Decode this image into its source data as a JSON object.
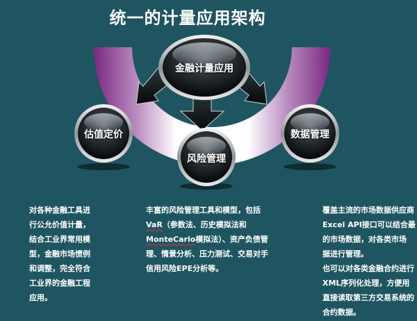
{
  "title": "统一的计量应用架构",
  "nodes": {
    "top": "金融计量应用",
    "left": "估值定价",
    "center": "风险管理",
    "right": "数据管理"
  },
  "descriptions": {
    "left": [
      "对各种金融工具进",
      "行公允价值计量，",
      "结合工业界常用模",
      "型，金融市场惯例",
      "和调整，完全符合",
      "工业界的金融工程",
      "应用。"
    ],
    "center": {
      "line1": "丰富的风险管理工具和模型，包括",
      "var": "VaR",
      "line2_rest": "（参数法、历史模拟法和",
      "montecarlo": "MonteCarlo",
      "line3_rest": "模拟法）、资产负债管",
      "line4": "理、情景分析、压力测试、交易对手",
      "line5": "信用风险EPE分析等。"
    },
    "right": [
      "覆盖主流的市场数据供应商",
      "Excel API接口可以结合最",
      "的市场数据，对各类市场",
      "据进行管理。",
      "也可以对各类金融合约进行",
      "XML序列化处理，方便用",
      "直接读取第三方交易系统的",
      "合约数据。"
    ]
  },
  "colors": {
    "background": "#1f5561",
    "arc_purple": "#7a2a82",
    "arrow": "#0d0d0d"
  }
}
